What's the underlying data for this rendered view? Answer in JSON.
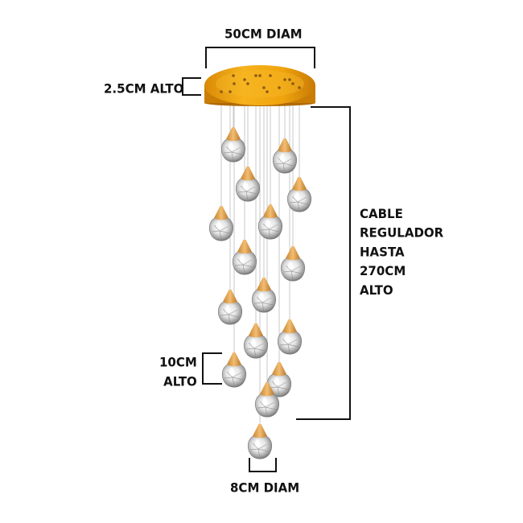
{
  "colors": {
    "canopy": "#f0a50c",
    "canopy_dark": "#c97d06",
    "cap": "#e0a24a",
    "dimension_line": "#111111"
  },
  "labels": {
    "canopy_diameter": "50CM DIAM",
    "canopy_height": "2.5CM ALTO",
    "cable_lines": [
      "CABLE",
      "REGULADOR",
      "HASTA",
      "270CM",
      "ALTO"
    ],
    "pendant_height_lines": [
      "10CM",
      "ALTO"
    ],
    "pendant_diameter": "8CM DIAM"
  }
}
